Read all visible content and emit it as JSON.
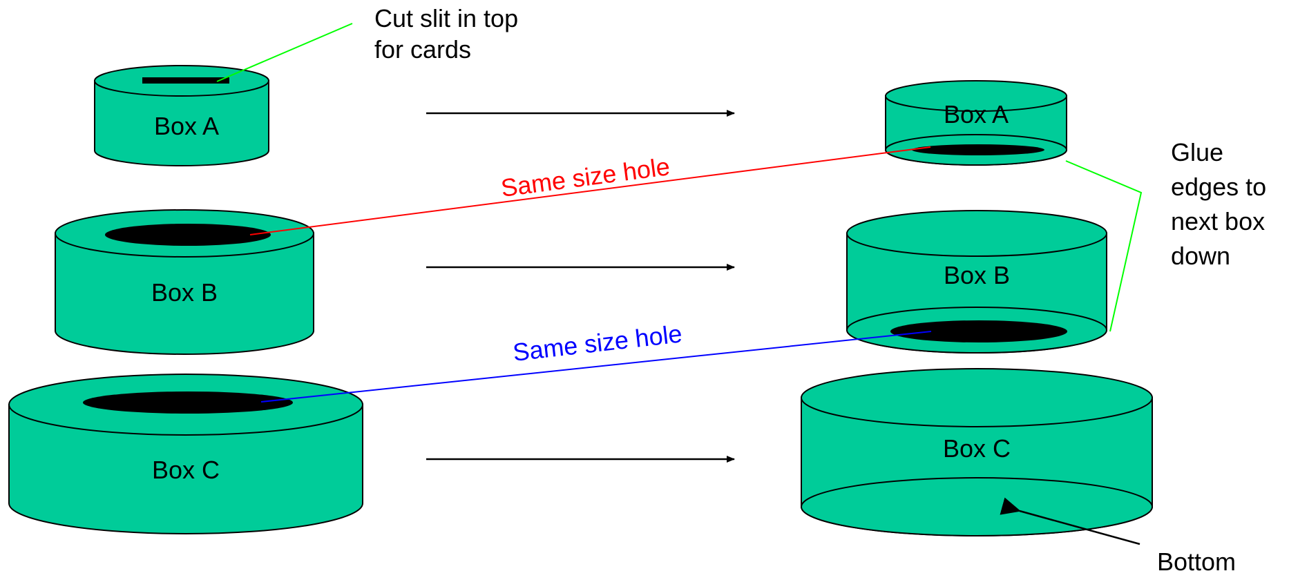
{
  "boxes": {
    "a_left": "Box A",
    "b_left": "Box B",
    "c_left": "Box C",
    "a_right": "Box A",
    "b_right": "Box B",
    "c_right": "Box C"
  },
  "annotations": {
    "cut_slit_line1": "Cut slit in top",
    "cut_slit_line2": "for cards",
    "same_size_hole_red": "Same size hole",
    "same_size_hole_blue": "Same size hole",
    "glue_line1": "Glue",
    "glue_line2": "edges to",
    "glue_line3": "next box",
    "glue_line4": "down",
    "bottom": "Bottom"
  },
  "colors": {
    "box_fill": "#00cc99",
    "outline": "#000000",
    "red_connector": "#ff0000",
    "blue_connector": "#0000ff",
    "green_connector": "#00ff00"
  }
}
